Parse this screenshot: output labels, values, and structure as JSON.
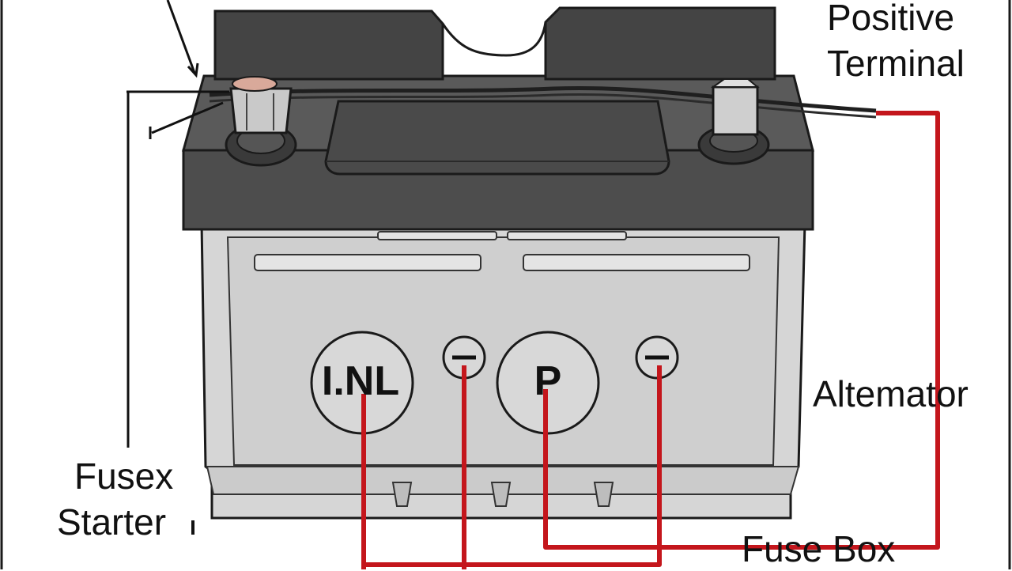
{
  "labels": {
    "positive_line1": "Positive",
    "positive_line2": "Terminal",
    "alternator": "Altemator",
    "fusex": "Fusex",
    "starter": "Starter",
    "fuse_box": "Fuse Box"
  },
  "markers": {
    "left_circle": "I.NL",
    "right_circle": "P"
  },
  "colors": {
    "wire": "#c4161c",
    "lid": "#4a4a4a",
    "case": "#d4d4d4",
    "outline": "#1a1a1a"
  }
}
